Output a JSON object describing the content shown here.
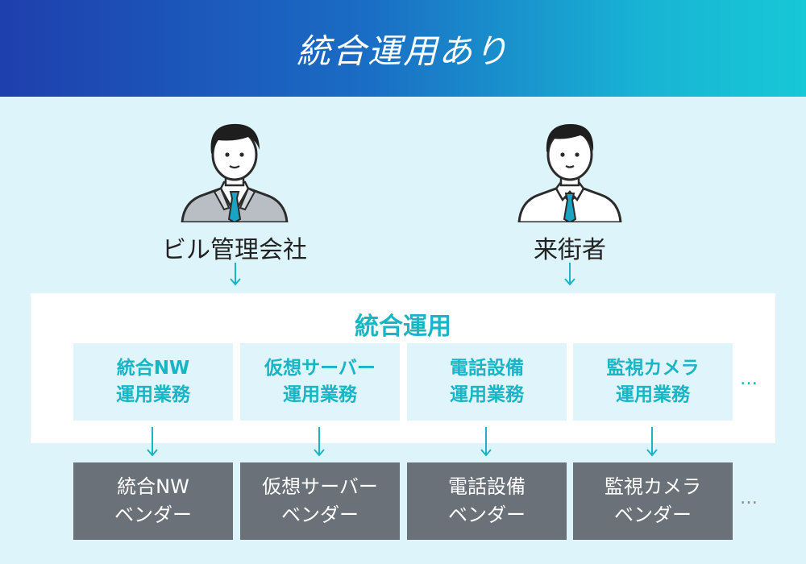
{
  "header": {
    "title": "統合運用あり"
  },
  "people": [
    {
      "label": "ビル管理会社",
      "icon": "businessman-suit-icon"
    },
    {
      "label": "来街者",
      "icon": "visitor-shirt-icon"
    }
  ],
  "operations": {
    "title": "統合運用",
    "tasks": [
      {
        "line1": "統合NW",
        "line2": "運用業務"
      },
      {
        "line1": "仮想サーバー",
        "line2": "運用業務"
      },
      {
        "line1": "電話設備",
        "line2": "運用業務"
      },
      {
        "line1": "監視カメラ",
        "line2": "運用業務"
      }
    ],
    "more": "…"
  },
  "vendors": {
    "items": [
      {
        "line1": "統合NW",
        "line2": "ベンダー"
      },
      {
        "line1": "仮想サーバー",
        "line2": "ベンダー"
      },
      {
        "line1": "電話設備",
        "line2": "ベンダー"
      },
      {
        "line1": "監視カメラ",
        "line2": "ベンダー"
      }
    ],
    "more": "…"
  },
  "colors": {
    "header_start": "#1e3fae",
    "header_end": "#17c8d6",
    "accent": "#19b5c4",
    "background": "#ddf4fb",
    "vendor_box": "#6b7178"
  }
}
